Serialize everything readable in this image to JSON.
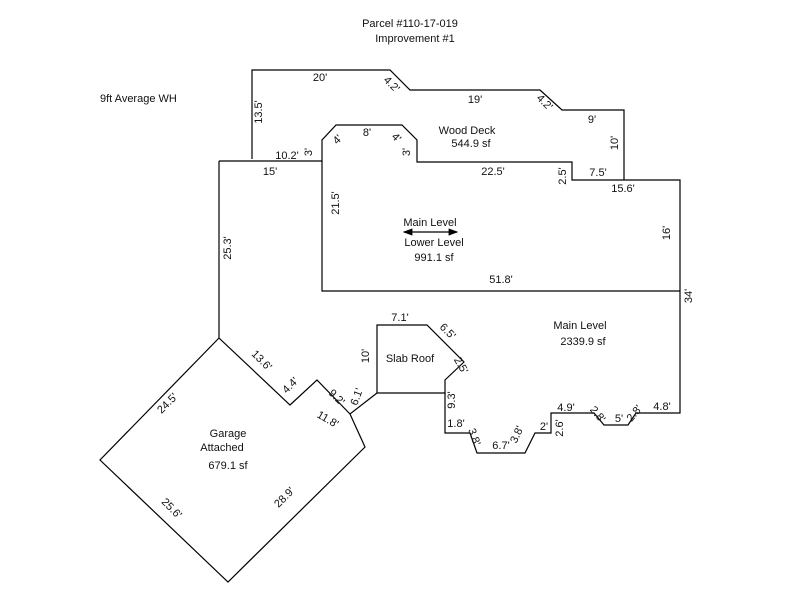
{
  "header": {
    "parcel": "Parcel #110-17-019",
    "improvement": "Improvement #1"
  },
  "note": "9ft Average WH",
  "areas": {
    "wood_deck": {
      "name": "Wood Deck",
      "area": "544.9 sf"
    },
    "lower": {
      "top_label": "Main Level",
      "bottom_label": "Lower Level",
      "area": "991.1 sf"
    },
    "main": {
      "name": "Main Level",
      "area": "2339.9 sf"
    },
    "slab": {
      "name": "Slab Roof"
    },
    "garage": {
      "name1": "Garage",
      "name2": "Attached",
      "area": "679.1 sf"
    }
  },
  "dims": {
    "outer_top": "20'",
    "outer_diag1": "4.2'",
    "outer_top2": "19'",
    "outer_diag2": "4.2'",
    "outer_step": "9'",
    "outer_right_top": "10'",
    "outer_left_top": "13.5'",
    "deck_step": "10.2'",
    "deck_left": "3'",
    "deck_diag_l": "4'",
    "deck_top": "8'",
    "deck_diag_r": "4'",
    "deck_right": "3'",
    "deck_bottom": "22.5'",
    "deck_notch_v": "2.5'",
    "deck_notch_h": "7.5'",
    "upper_left": "15'",
    "main_right_top": "15.6'",
    "main_right_v": "16'",
    "lower_left": "21.5'",
    "lower_bottom": "51.8'",
    "left_wall": "25.3'",
    "right_wall": "34'",
    "g_diag_a": "13.6'",
    "g_diag_b": "4.4'",
    "g_diag_c": "9.2'",
    "g_mid": "6.1'",
    "g_right": "11.8'",
    "g_top_left": "24.5'",
    "g_bottom_left": "25.6'",
    "g_bottom_right": "28.9'",
    "slab_top": "7.1'",
    "slab_diag": "6.5'",
    "slab_left": "10'",
    "slab_short": "2.5'",
    "bot_v1": "9.3'",
    "bot_h1": "1.8'",
    "bot_d1": "3.8'",
    "bot_h2": "6.7'",
    "bot_d2": "3.8'",
    "bot_h3": "2'",
    "bot_v2": "2.6'",
    "bot_h4": "4.9'",
    "bot_d3": "2.8'",
    "bot_h5": "5'",
    "bot_d4": "2.8'",
    "bot_h6": "4.8'"
  }
}
